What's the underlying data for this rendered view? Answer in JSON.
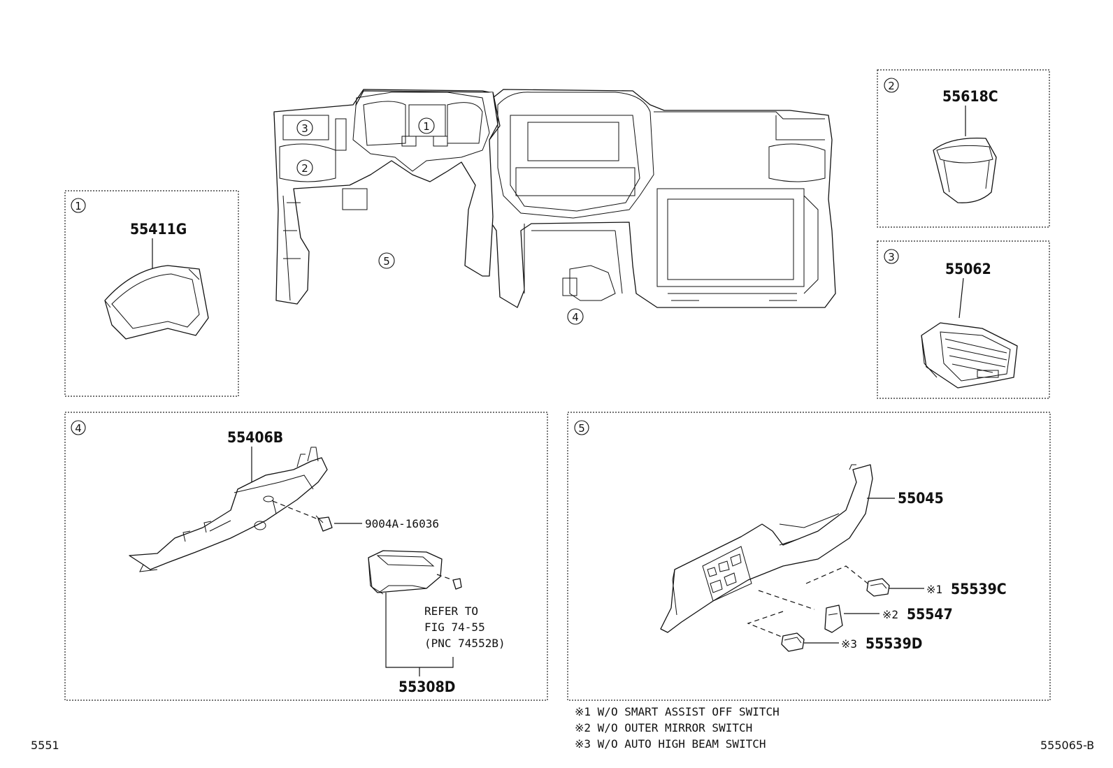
{
  "part_numbers": {
    "p55411G": "55411G",
    "p55618C": "55618C",
    "p55062": "55062",
    "p55406B": "55406B",
    "p9004A": "9004A-16036",
    "p55308D": "55308D",
    "p55045": "55045",
    "p55539C": "55539C",
    "p55547": "55547",
    "p55539D": "55539D"
  },
  "callouts": {
    "c1": "1",
    "c2": "2",
    "c3": "3",
    "c4": "4",
    "c5": "5"
  },
  "reference": {
    "line1": "REFER TO",
    "line2": "FIG 74-55",
    "line3": "(PNC 74552B)"
  },
  "marks": {
    "m1": "※1",
    "m2": "※2",
    "m3": "※3"
  },
  "notes": {
    "n1": "※1 W/O SMART ASSIST OFF SWITCH",
    "n2": "※2 W/O OUTER MIRROR SWITCH",
    "n3": "※3 W/O AUTO HIGH BEAM SWITCH"
  },
  "footer": {
    "left": "5551",
    "right": "555065-B"
  }
}
